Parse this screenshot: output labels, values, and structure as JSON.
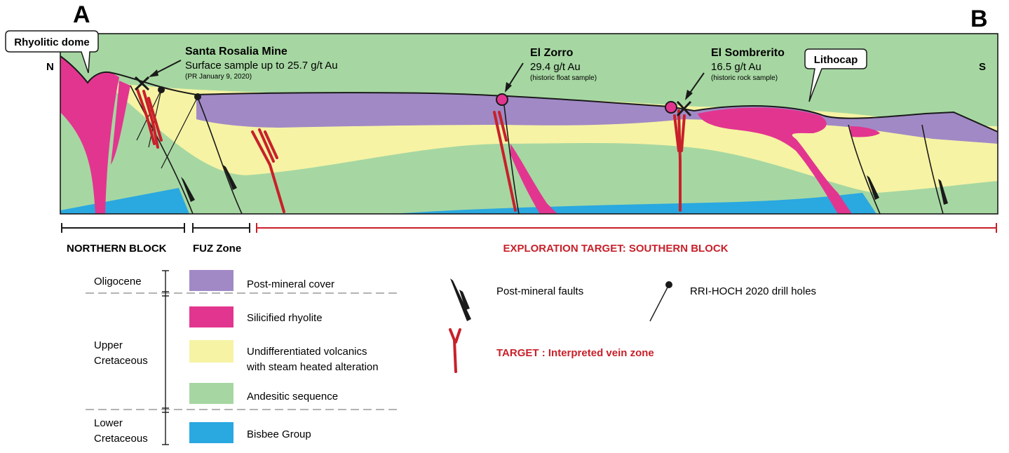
{
  "section": {
    "start_label": "A",
    "end_label": "B",
    "north_label": "N",
    "south_label": "S"
  },
  "callouts": {
    "rhyolitic_dome": "Rhyolitic dome",
    "lithocap": "Lithocap"
  },
  "samples": [
    {
      "name": "Santa Rosalia Mine",
      "detail": "Surface sample up to 25.7 g/t Au",
      "note": "(PR January 9, 2020)"
    },
    {
      "name": "El Zorro",
      "detail": "29.4 g/t Au",
      "note": "(historic float sample)"
    },
    {
      "name": "El Sombrerito",
      "detail": "16.5 g/t Au",
      "note": "(historic rock sample)"
    }
  ],
  "blocks": [
    {
      "label": "NORTHERN BLOCK",
      "color": "#1a1a1a"
    },
    {
      "label": "FUZ Zone",
      "color": "#1a1a1a"
    },
    {
      "label": "EXPLORATION TARGET: SOUTHERN BLOCK",
      "color": "#c8202a"
    }
  ],
  "legend": {
    "ages": [
      {
        "label": "Oligocene"
      },
      {
        "label": "Upper\nCretaceous",
        "line1": "Upper",
        "line2": "Cretaceous"
      },
      {
        "label": "Lower\nCretaceous",
        "line1": "Lower",
        "line2": "Cretaceous"
      }
    ],
    "units": [
      {
        "label": "Post-mineral cover",
        "color": "#a189c6"
      },
      {
        "label": "Silicified rhyolite",
        "color": "#e2358f"
      },
      {
        "label": "Undifferentiated volcanics",
        "label2": "with steam heated alteration",
        "color": "#f6f3a4"
      },
      {
        "label": "Andesitic sequence",
        "color": "#a6d7a2"
      },
      {
        "label": "Bisbee Group",
        "color": "#2aa8e0"
      }
    ],
    "symbols": {
      "faults": "Post-mineral faults",
      "drill_holes": "RRI-HOCH 2020 drill holes",
      "target": "TARGET : Interpreted vein zone"
    }
  }
}
